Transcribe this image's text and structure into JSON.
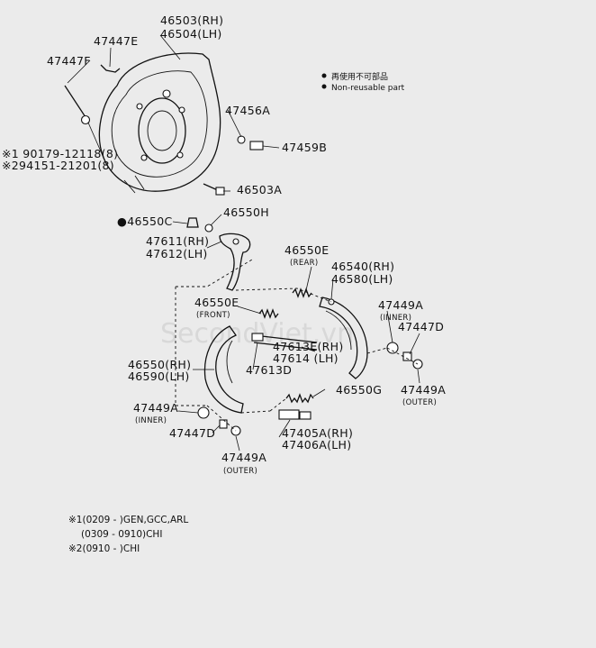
{
  "watermark": "SecondViet.vn",
  "legend": {
    "line1": "再使用不可部品",
    "line2": "Non-reusable part"
  },
  "labels": {
    "p46503_rh": "46503(RH)",
    "p46504_lh": "46504(LH)",
    "p47447E": "47447E",
    "p47447F": "47447F",
    "p90179": "※1 90179-12118(8)",
    "p94151": "※294151-21201(8)",
    "p47456A": "47456A",
    "p47459B": "47459B",
    "p46503A": "46503A",
    "p46550C": "●46550C",
    "p46550H": "46550H",
    "p47611_rh": "47611(RH)",
    "p47612_lh": "47612(LH)",
    "p46550E_rear": "46550E",
    "rear": "(REAR)",
    "p46540_rh": "46540(RH)",
    "p46580_lh": "46580(LH)",
    "p46550E_front": "46550E",
    "front": "(FRONT)",
    "p47449A_inner_r": "47449A",
    "inner_r": "(INNER)",
    "p47447D_r": "47447D",
    "p47613E_rh": "47613E(RH)",
    "p47614_lh": "47614  (LH)",
    "p47613D": "47613D",
    "p46550_rh": "46550(RH)",
    "p46590_lh": "46590(LH)",
    "p47449A_outer_r": "47449A",
    "outer_r": "(OUTER)",
    "p46550G": "46550G",
    "p47449A_inner_l": "47449A",
    "inner_l": "(INNER)",
    "p47447D_l": "47447D",
    "p47405A_rh": "47405A(RH)",
    "p47406A_lh": "47406A(LH)",
    "p47449A_outer_b": "47449A",
    "outer_b": "(OUTER)"
  },
  "notes": {
    "n1": "※1(0209 -     )GEN,GCC,ARL",
    "n2": "(0309 - 0910)CHI",
    "n3": "※2(0910 -     )CHI"
  }
}
